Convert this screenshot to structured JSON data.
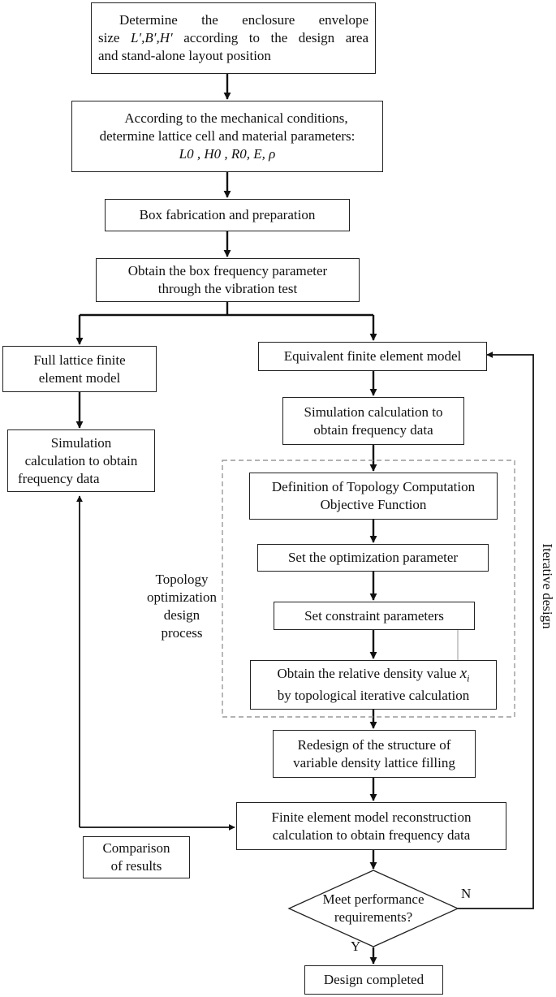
{
  "flowchart": {
    "step1": {
      "line1": "Determine the enclosure envelope",
      "line2_pre": "size ",
      "line2_vars": "L′,B′,H′",
      "line2_post": " according to the design area",
      "line3": "and stand-alone layout position"
    },
    "step2": {
      "line1": "According to the mechanical conditions,",
      "line2": "determine lattice cell and material parameters:",
      "line3": "L0 , H0 , R0, E, ρ"
    },
    "step3": {
      "line1": "Box fabrication and preparation"
    },
    "step4": {
      "line1": "Obtain the box frequency parameter",
      "line2": "through the vibration test"
    },
    "left1": {
      "line1": "Full lattice finite",
      "line2": "element model"
    },
    "left2": {
      "line1": "Simulation",
      "line2": "calculation to obtain",
      "line3": "frequency data"
    },
    "right1": {
      "line1": "Equivalent finite element model"
    },
    "right2": {
      "line1": "Simulation calculation to",
      "line2": "obtain frequency data"
    },
    "topo1": {
      "line1": "Definition of Topology Computation",
      "line2": "Objective Function"
    },
    "topo2": {
      "line1": "Set the optimization parameter"
    },
    "topo3": {
      "line1": "Set constraint parameters"
    },
    "topo4": {
      "line1_pre": "Obtain the relative density value ",
      "line1_var": "x",
      "line1_sub": "i",
      "line2": "by topological iterative calculation"
    },
    "topo_label": {
      "line1": "Topology",
      "line2": "optimization",
      "line3": "design",
      "line4": "process"
    },
    "redesign": {
      "line1": "Redesign of the structure of",
      "line2": "variable density lattice filling"
    },
    "reconstruct": {
      "line1": "Finite element model reconstruction",
      "line2": "calculation to obtain frequency data"
    },
    "compare": {
      "line1": "Comparison",
      "line2": "of results"
    },
    "decision": {
      "line1": "Meet performance",
      "line2": "requirements?"
    },
    "label_no": "N",
    "label_yes": "Y",
    "final": {
      "line1": "Design completed"
    },
    "iterative_label": "Iterative design"
  }
}
